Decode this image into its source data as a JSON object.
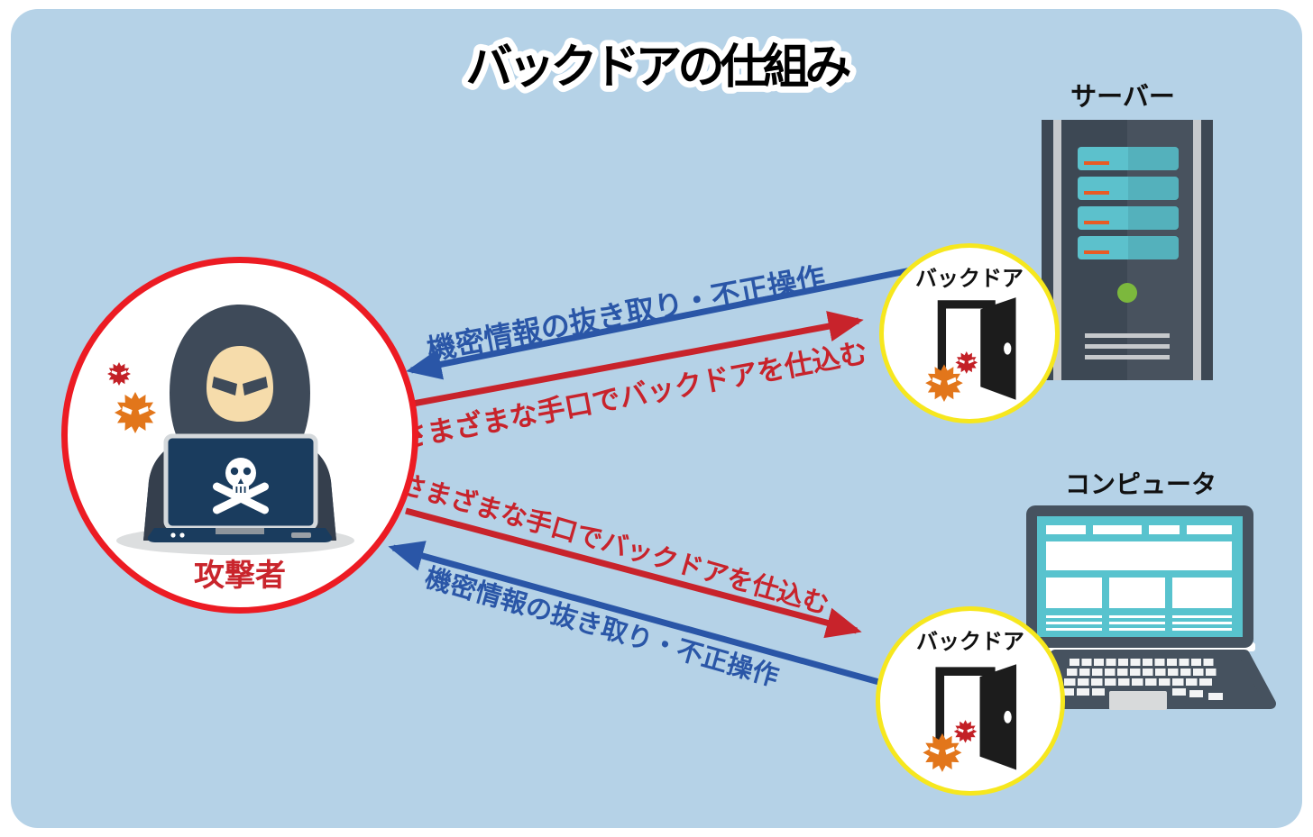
{
  "title": "バックドアの仕組み",
  "attacker": {
    "label": "攻撃者",
    "icon": "hooded-hacker-at-laptop",
    "circle_border_color": "#ec1b23"
  },
  "server": {
    "label": "サーバー",
    "icon": "server-tower"
  },
  "computer": {
    "label": "コンピュータ",
    "icon": "laptop-computer"
  },
  "backdoors": {
    "server": {
      "label": "バックドア",
      "icon": "open-door-with-malware",
      "circle_border_color": "#f6e71e"
    },
    "computer": {
      "label": "バックドア",
      "icon": "open-door-with-malware",
      "circle_border_color": "#f6e71e"
    }
  },
  "arrows": {
    "server_steal": {
      "label": "機密情報の抜き取り・不正操作",
      "color": "#2a56a7",
      "direction": "server-backdoor-to-attacker"
    },
    "server_plant": {
      "label": "さまざまな手口でバックドアを仕込む",
      "color": "#c8232b",
      "direction": "attacker-to-server-backdoor"
    },
    "computer_plant": {
      "label": "さまざまな手口でバックドアを仕込む",
      "color": "#c8232b",
      "direction": "attacker-to-computer-backdoor"
    },
    "computer_steal": {
      "label": "機密情報の抜き取り・不正操作",
      "color": "#2a56a7",
      "direction": "computer-backdoor-to-attacker"
    }
  },
  "colors": {
    "background_panel": "#b5d2e7",
    "page": "#ffffff",
    "arrow_blue": "#2a56a7",
    "arrow_red": "#c8232b",
    "attacker_ring_red": "#ec1b23",
    "backdoor_ring_yellow": "#f6e71e",
    "device_slate": "#46525f",
    "server_slate": "#3d4854",
    "screen_teal": "#58c3ce",
    "laptop_navy": "#1a3c5e",
    "virus_red": "#c32026",
    "virus_orange": "#e2761b",
    "power_green": "#7cb83d",
    "server_accent_orange": "#e85b24"
  }
}
